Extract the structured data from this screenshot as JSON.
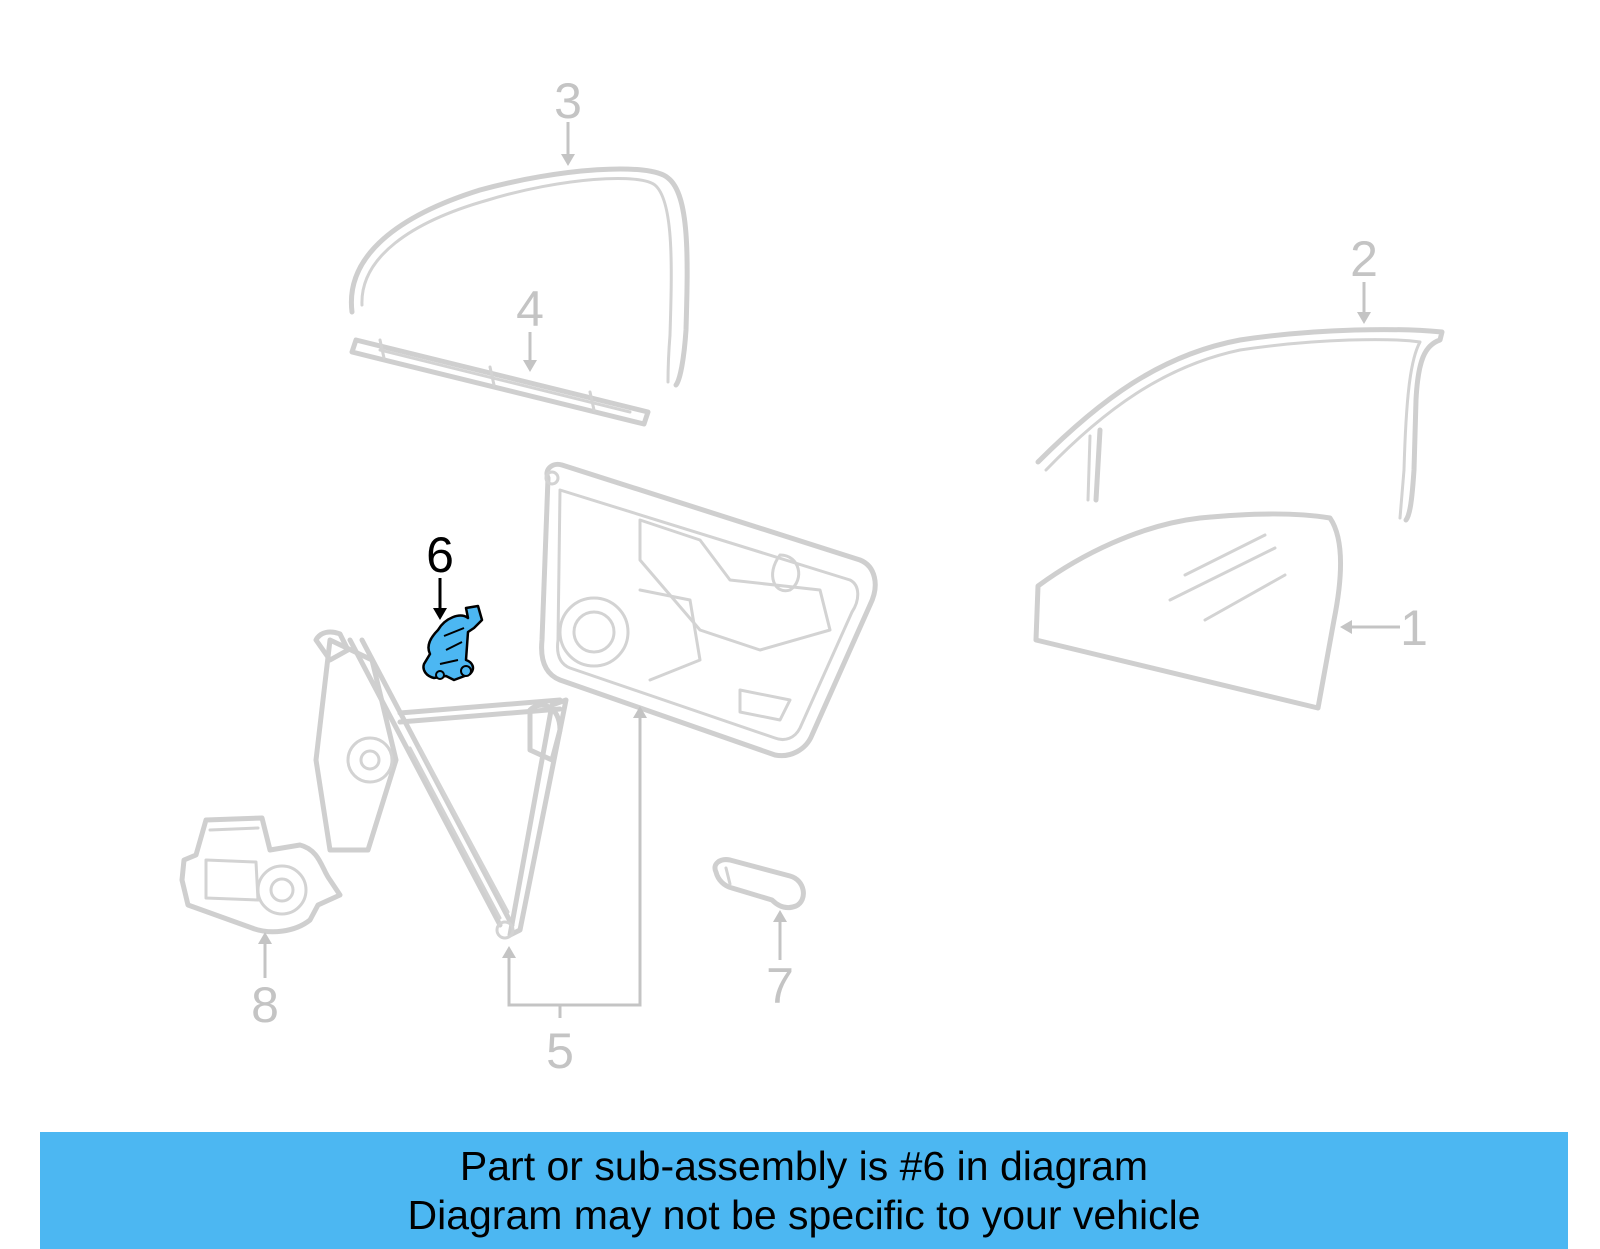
{
  "callouts": {
    "c1": "1",
    "c2": "2",
    "c3": "3",
    "c4": "4",
    "c5": "5",
    "c6": "6",
    "c7": "7",
    "c8": "8"
  },
  "highlight_part": "6",
  "colors": {
    "highlight_fill": "#4cb7f2",
    "banner_bg": "#4cb7f2",
    "line_art": "#cfcfcf",
    "callout_gray": "#c4c4c4"
  },
  "banner": {
    "line1": "Part or sub-assembly is #6 in diagram",
    "line2": "Diagram may not be specific to your vehicle"
  }
}
